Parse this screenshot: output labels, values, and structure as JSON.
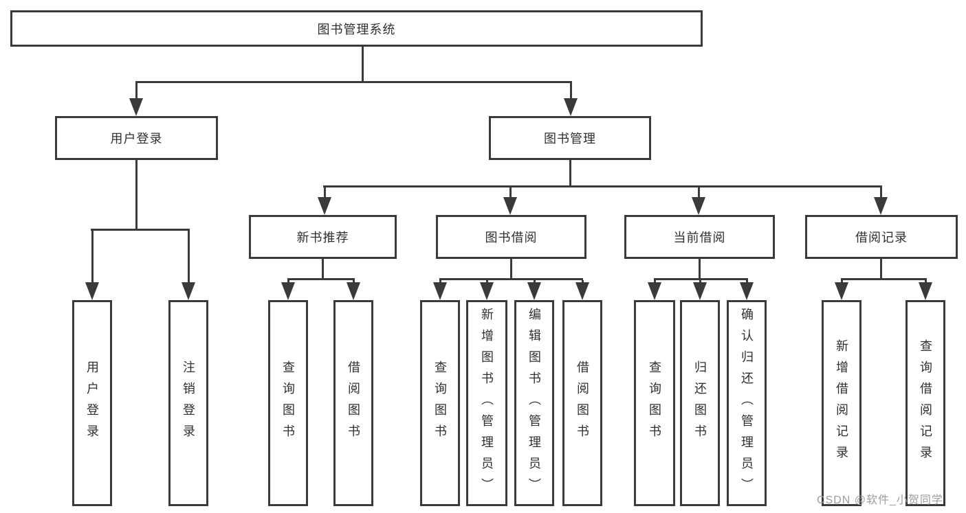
{
  "tree": {
    "label": "图书管理系统",
    "children": [
      {
        "label": "用户登录",
        "children": [
          {
            "label": "用户登录"
          },
          {
            "label": "注销登录"
          }
        ]
      },
      {
        "label": "图书管理",
        "children": [
          {
            "label": "新书推荐",
            "children": [
              {
                "label": "查询图书"
              },
              {
                "label": "借阅图书"
              }
            ]
          },
          {
            "label": "图书借阅",
            "children": [
              {
                "label": "查询图书"
              },
              {
                "label": "新增图书（管理员）"
              },
              {
                "label": "编辑图书（管理员）"
              },
              {
                "label": "借阅图书"
              }
            ]
          },
          {
            "label": "当前借阅",
            "children": [
              {
                "label": "查询图书"
              },
              {
                "label": "归还图书"
              },
              {
                "label": "确认归还（管理员）"
              }
            ]
          },
          {
            "label": "借阅记录",
            "children": [
              {
                "label": "新增借阅记录"
              },
              {
                "label": "查询借阅记录"
              }
            ]
          }
        ]
      }
    ]
  },
  "watermark": "CSDN @软件_小贺同学",
  "colors": {
    "line": "#3a3a3a",
    "box_border": "#3a3a3a",
    "box_background": "#ffffff",
    "text": "#2f2f2f",
    "watermark": "#9c9c9c"
  }
}
